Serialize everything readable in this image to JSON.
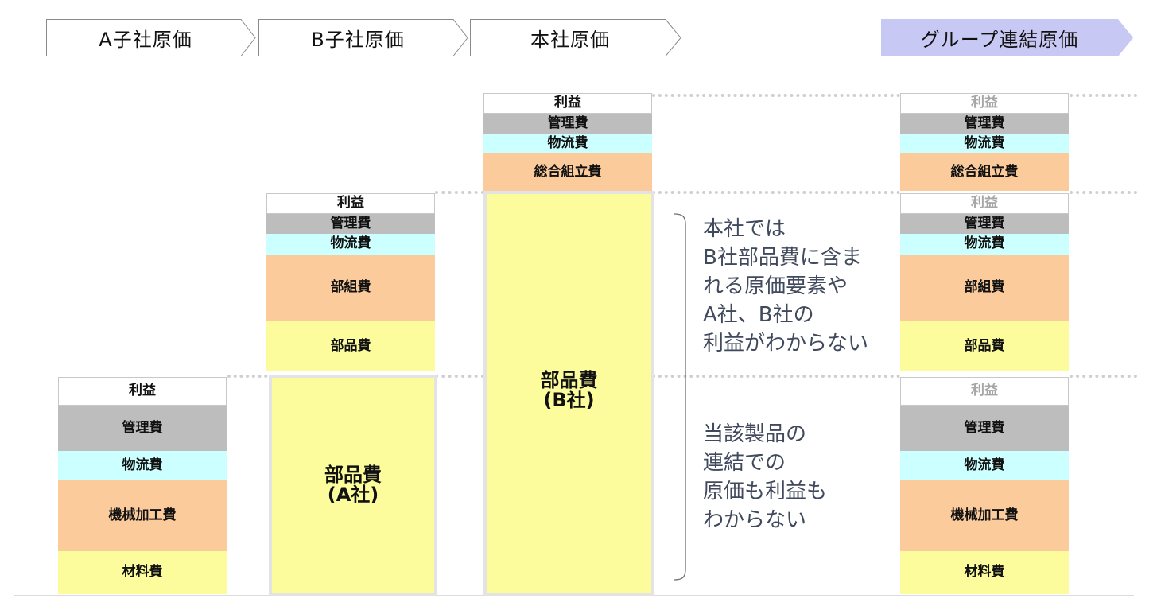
{
  "headers": [
    {
      "label": "A子社原価"
    },
    {
      "label": "B子社原価"
    },
    {
      "label": "本社原価"
    },
    {
      "label": "グループ連結原価"
    }
  ],
  "labels": {
    "profit": "利益",
    "admin": "管理費",
    "logistics": "物流費",
    "assembly_total": "総合組立費",
    "subassembly": "部組費",
    "parts": "部品費",
    "machining": "機械加工費",
    "material": "材料費",
    "parts_a_line1": "部品費",
    "parts_a_line2": "(A社)",
    "parts_b_line1": "部品費",
    "parts_b_line2": "(B社)"
  },
  "notes": {
    "upper": [
      "本社では",
      "B社部品費に含ま",
      "れる原価要素や",
      "A社、B社の",
      "利益がわからない"
    ],
    "lower": [
      "当該製品の",
      "連結での",
      "原価も利益も",
      "わからない"
    ]
  },
  "colors": {
    "header_fill": "#ffffff",
    "header_highlight": "#c8c8f4",
    "admin": "#bdbdbd",
    "logistics": "#ccffff",
    "processing": "#fccb9c",
    "material": "#fcfc9c",
    "faded_text": "#a6a6a6",
    "note_text": "#404a5c"
  }
}
